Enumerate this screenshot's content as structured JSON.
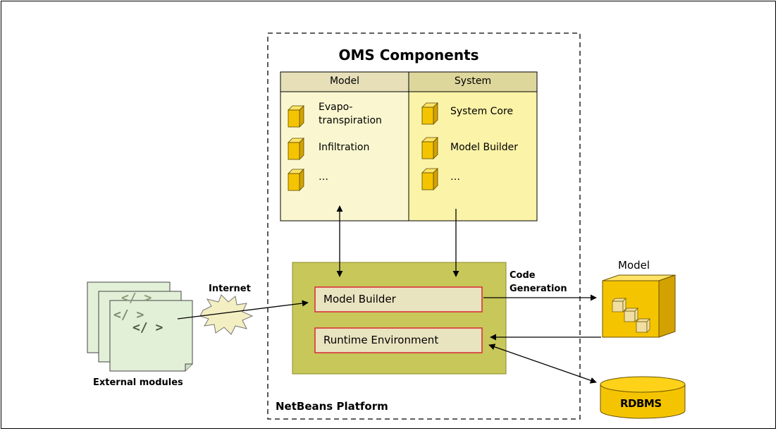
{
  "title": "OMS Components",
  "columns": {
    "model": {
      "header": "Model",
      "items": [
        "Evapo-\ntranspiration",
        "Infiltration",
        "…"
      ]
    },
    "system": {
      "header": "System",
      "items": [
        "System Core",
        "Model Builder",
        "…"
      ]
    }
  },
  "platform": {
    "label": "NetBeans Platform",
    "model_builder": "Model Builder",
    "runtime": "Runtime Environment"
  },
  "external": {
    "label": "External modules",
    "code_glyph": "</ >"
  },
  "internet_label": "Internet",
  "code_generation_label": "Code\nGeneration",
  "model_label": "Model",
  "rdbms_label": "RDBMS",
  "colors": {
    "header_model": "#e6dfb8",
    "header_system": "#ded79c",
    "body_model": "#faf7d0",
    "body_system": "#fbf3a8",
    "platform": "#c8c85a",
    "platform_inner": "#e9e4c0",
    "inner_border": "#d9333a",
    "cube": "#f5c400",
    "cube_dark": "#d4a200",
    "doc": "#e2f0d8"
  }
}
